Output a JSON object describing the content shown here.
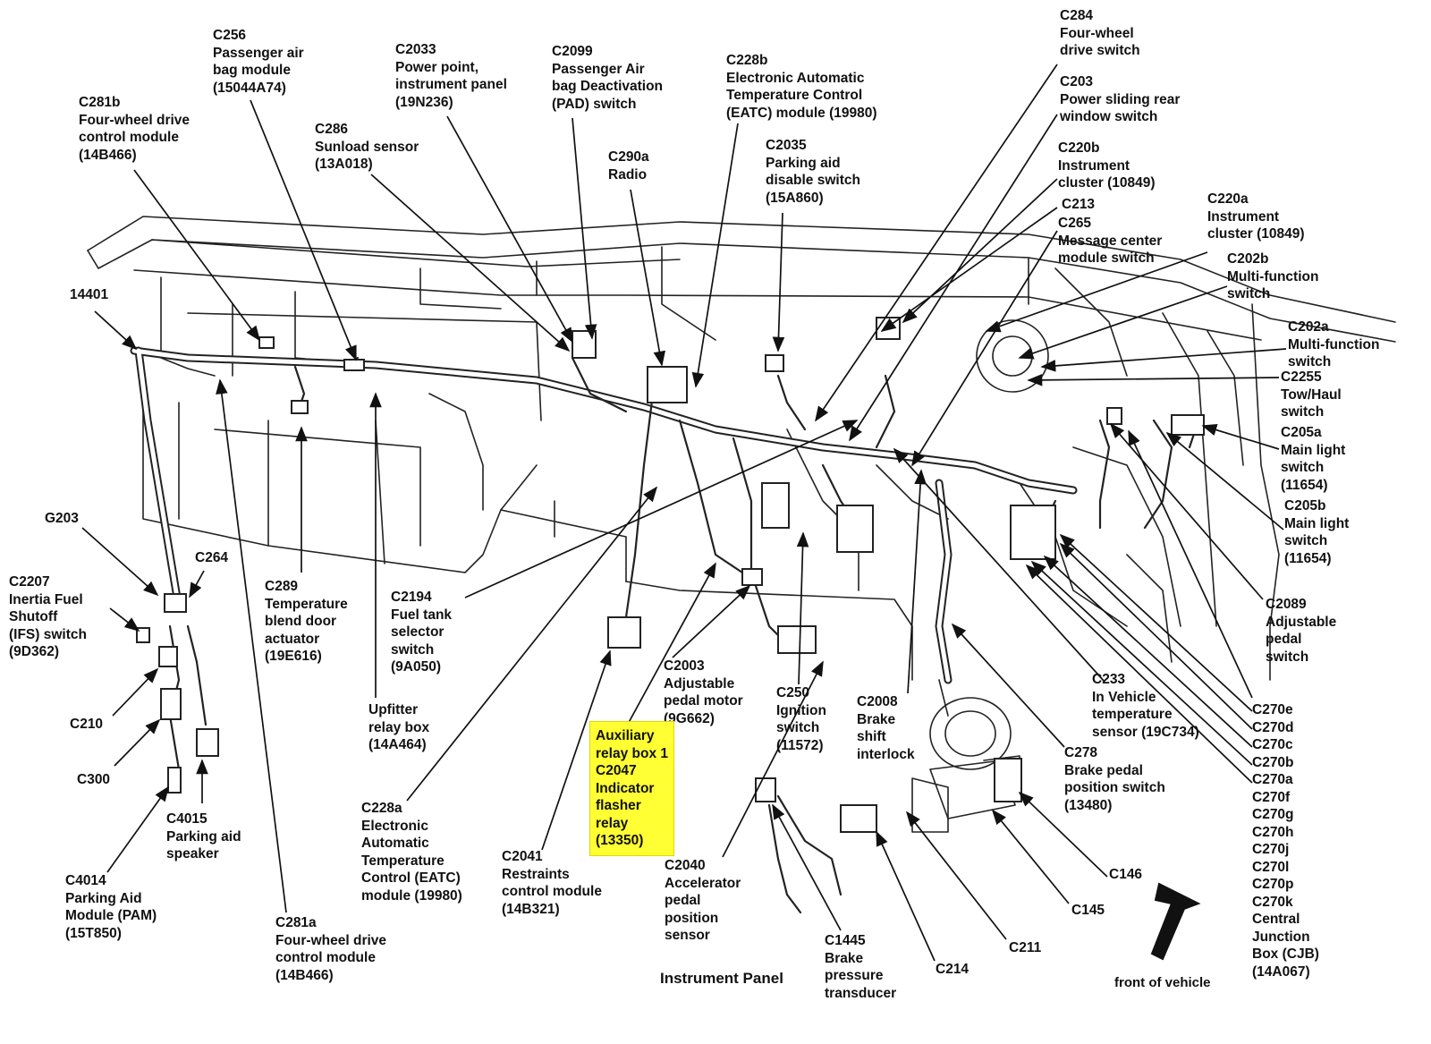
{
  "title": "Instrument Panel",
  "direction_label": "front of vehicle",
  "labels": {
    "c256": "C256\nPassenger air\nbag module\n(15044A74)",
    "c2033": "C2033\nPower point,\ninstrument panel\n(19N236)",
    "c2099": "C2099\nPassenger Air\nbag Deactivation\n(PAD) switch",
    "c228b": "C228b\nElectronic Automatic\nTemperature Control\n(EATC) module (19980)",
    "c284": "C284\nFour-wheel\ndrive switch",
    "c203": "C203\nPower sliding rear\nwindow switch",
    "c281b": "C281b\nFour-wheel drive\ncontrol module\n(14B466)",
    "c286": "C286\nSunload sensor\n(13A018)",
    "c290a": "C290a\nRadio",
    "c2035": "C2035\nParking aid\ndisable switch\n(15A860)",
    "c220b": "C220b\nInstrument\ncluster (10849)",
    "c213": "C213",
    "c265": "C265\nMessage center\nmodule switch",
    "c220a": "C220a\nInstrument\ncluster (10849)",
    "c202b": "C202b\nMulti-function\nswitch",
    "c202a": "C202a\nMulti-function\nswitch",
    "n14401": "14401",
    "c2255": "C2255\nTow/Haul\nswitch",
    "c205a": "C205a\nMain light\nswitch\n(11654)",
    "c205b": "C205b\nMain light\nswitch\n(11654)",
    "g203": "G203",
    "c2207": "C2207\nInertia Fuel\nShutoff\n(IFS) switch\n(9D362)",
    "c264": "C264",
    "c289": "C289\nTemperature\nblend door\nactuator\n(19E616)",
    "c2194": "C2194\nFuel tank\nselector\nswitch\n(9A050)",
    "c2089": "C2089\nAdjustable\npedal\nswitch",
    "c210": "C210",
    "upfitter": "Upfitter\nrelay box\n(14A464)",
    "c2003": "C2003\nAdjustable\npedal motor\n(9G662)",
    "c250": "C250\nIgnition\nswitch\n(11572)",
    "c2008": "C2008\nBrake\nshift\ninterlock",
    "c233": "C233\nIn Vehicle\ntemperature\nsensor (19C734)",
    "c300": "C300",
    "aux_relay": "Auxiliary\nrelay box 1\nC2047\nIndicator\nflasher\nrelay\n(13350)",
    "c278": "C278\nBrake pedal\nposition switch\n(13480)",
    "cjb": "C270e\nC270d\nC270c\nC270b\nC270a\nC270f\nC270g\nC270h\nC270j\nC270l\nC270p\nC270k\nCentral\nJunction\nBox (CJB)\n(14A067)",
    "c4015": "C4015\nParking aid\nspeaker",
    "c228a": "C228a\nElectronic\nAutomatic\nTemperature\nControl (EATC)\nmodule (19980)",
    "c2041": "C2041\nRestraints\ncontrol module\n(14B321)",
    "c2040": "C2040\nAccelerator\npedal\nposition\nsensor",
    "c146": "C146",
    "c4014": "C4014\nParking Aid\nModule (PAM)\n(15T850)",
    "c281a": "C281a\nFour-wheel drive\ncontrol module\n(14B466)",
    "c145": "C145",
    "c1445": "C1445\nBrake\npressure\ntransducer",
    "c211": "C211",
    "c214": "C214"
  }
}
